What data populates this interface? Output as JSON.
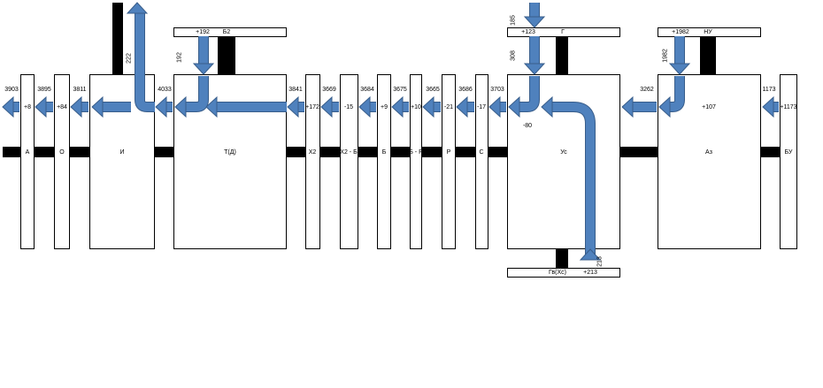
{
  "colors": {
    "arrow_fill": "#4f81bd",
    "arrow_stroke": "#385d8a",
    "band": "#000000"
  },
  "nodes": [
    {
      "id": "a",
      "label": "А",
      "value": "+8",
      "inflow": "3903"
    },
    {
      "id": "o",
      "label": "О",
      "value": "+84",
      "inflow": "3895"
    },
    {
      "id": "i",
      "label": "И",
      "inflow": "3811"
    },
    {
      "id": "td",
      "label": "Т(Д)",
      "inflow": "4033"
    },
    {
      "id": "x2",
      "label": "Х2",
      "value": "+172",
      "inflow": "3841"
    },
    {
      "id": "x2b",
      "label": "Х2 - Б",
      "value": "-15",
      "inflow": "3669"
    },
    {
      "id": "b",
      "label": "Б",
      "value": "+9",
      "inflow": "3684"
    },
    {
      "id": "bp",
      "label": "Б - Р",
      "value": "+10",
      "inflow": "3675"
    },
    {
      "id": "r",
      "label": "Р",
      "value": "-21",
      "inflow": "3665"
    },
    {
      "id": "s",
      "label": "С",
      "value": "-17",
      "inflow": "3686"
    },
    {
      "id": "us",
      "label": "Ус",
      "value": "-80",
      "inflow": "3703"
    },
    {
      "id": "az",
      "label": "Аз",
      "value": "+107",
      "inflow": "3262"
    },
    {
      "id": "bu",
      "label": "БУ",
      "value": "+1173",
      "inflow": "1173"
    }
  ],
  "bars": {
    "td": {
      "value": "+192",
      "label": "Б2"
    },
    "g": {
      "value": "+123",
      "label": "Г"
    },
    "nu": {
      "value": "+1982",
      "label": "НУ"
    },
    "gv": {
      "value": "+213",
      "label": "Гв(Хс)"
    }
  },
  "flows": {
    "i_out": "222",
    "td_in": "192",
    "g_in": "185",
    "g_to_us": "308",
    "nu_to_az": "1982",
    "gv_to_us": "213"
  }
}
